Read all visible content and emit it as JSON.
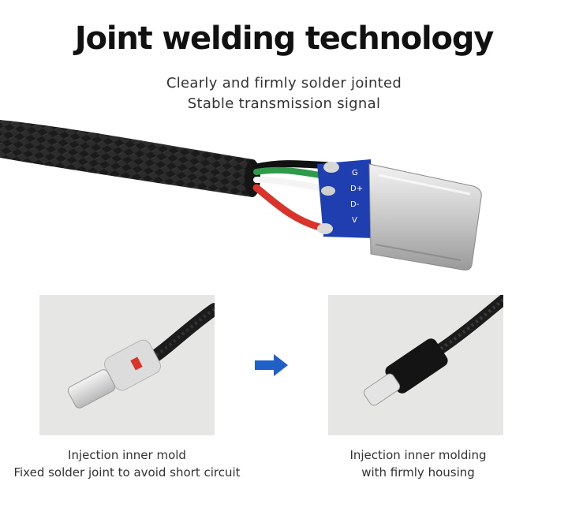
{
  "title": "Joint welding technology",
  "subtitle": {
    "line1": "Clearly and firmly solder jointed",
    "line2": "Stable transmission signal"
  },
  "pcb_labels": [
    "G",
    "D+",
    "D-",
    "V"
  ],
  "left_panel": {
    "caption_line1": "Injection inner mold",
    "caption_line2": "Fixed solder joint to avoid short circuit"
  },
  "right_panel": {
    "caption_line1": "Injection inner molding",
    "caption_line2": "with firmly housing"
  },
  "colors": {
    "arrow": "#1f5fc8",
    "pcb": "#1f3fb0",
    "cable": "#1a1a1a"
  }
}
